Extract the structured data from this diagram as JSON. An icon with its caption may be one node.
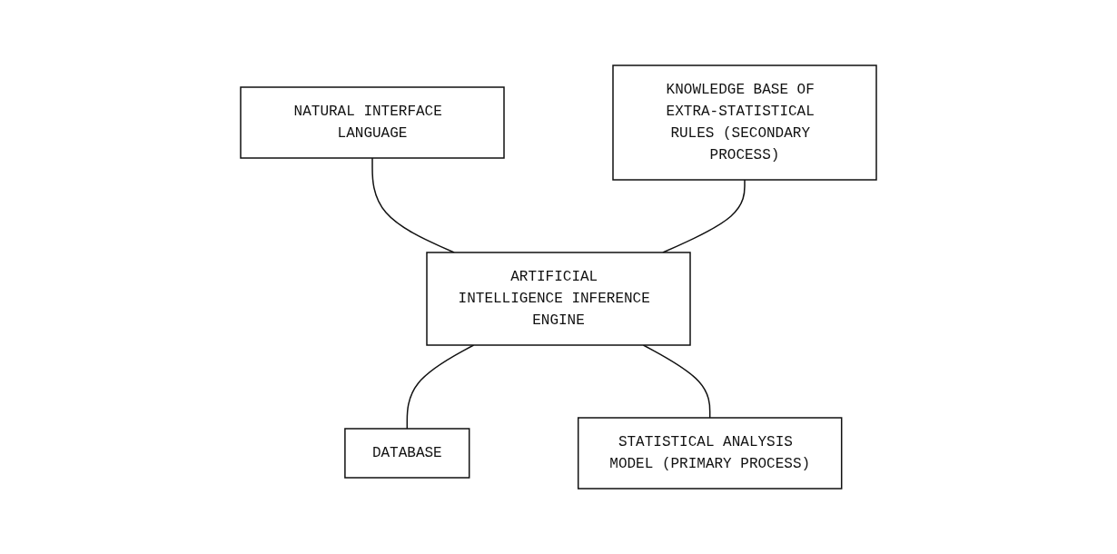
{
  "diagram": {
    "nodes": [
      {
        "text": [
          "NATURAL INTERFACE LANGUAGE"
        ]
      },
      {
        "text": [
          "KNOWLEDGE BASE OF EXTRA-STATISTICAL RULES (SECONDARY PROCESS)"
        ]
      },
      {
        "text": [
          "ARTIFICIAL INTELLIGENCE INFERENCE ENGINE"
        ]
      },
      {
        "text": [
          "DATABASE"
        ]
      },
      {
        "text": [
          "STATISTICAL ANALYSIS MODEL (PRIMARY PROCESS)"
        ]
      }
    ],
    "edges": [
      {
        "from": 0,
        "to": 2,
        "arrow": "none"
      },
      {
        "from": 1,
        "to": 2,
        "arrow": "none"
      },
      {
        "from": 2,
        "to": 3,
        "arrow": "none"
      },
      {
        "from": 2,
        "to": 4,
        "arrow": "none"
      }
    ]
  }
}
